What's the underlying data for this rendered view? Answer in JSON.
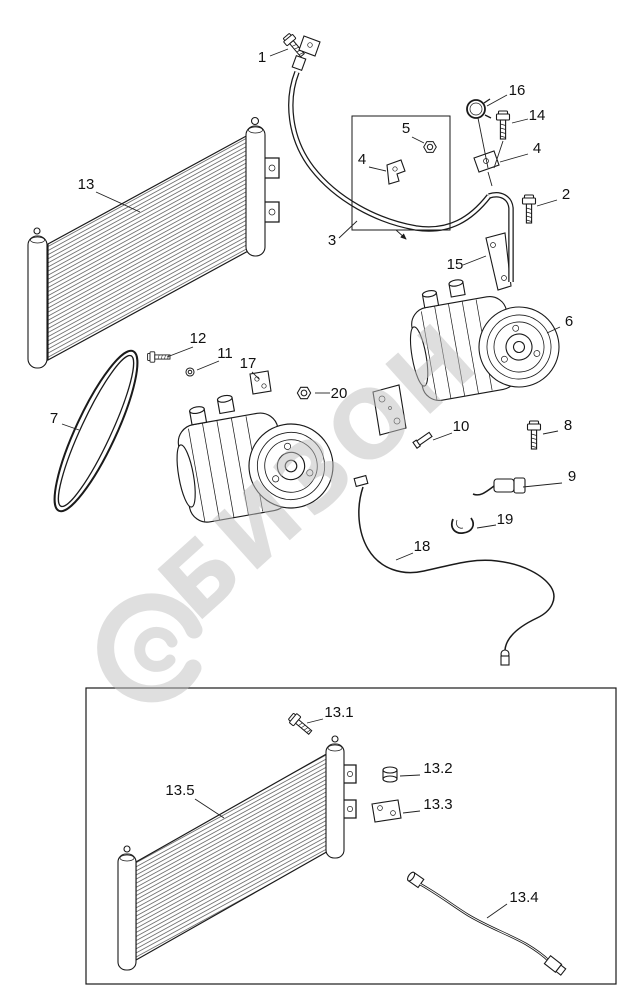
{
  "diagram": {
    "type": "exploded-parts-diagram",
    "subject": "air-conditioning condenser and compressor assembly",
    "watermark": "БИЗОН",
    "colors": {
      "line": "#1a1a1a",
      "watermark": "#bfbfbf",
      "background": "#ffffff"
    },
    "callouts": {
      "c1": "1",
      "c2": "2",
      "c3": "3",
      "c4": "4",
      "c5": "5",
      "c6": "6",
      "c7": "7",
      "c8": "8",
      "c9": "9",
      "c10": "10",
      "c11": "11",
      "c12": "12",
      "c13": "13",
      "c14": "14",
      "c15": "15",
      "c16": "16",
      "c17": "17",
      "c18": "18",
      "c19": "19",
      "c20": "20",
      "c13_1": "13.1",
      "c13_2": "13.2",
      "c13_3": "13.3",
      "c13_4": "13.4",
      "c13_5": "13.5"
    }
  }
}
